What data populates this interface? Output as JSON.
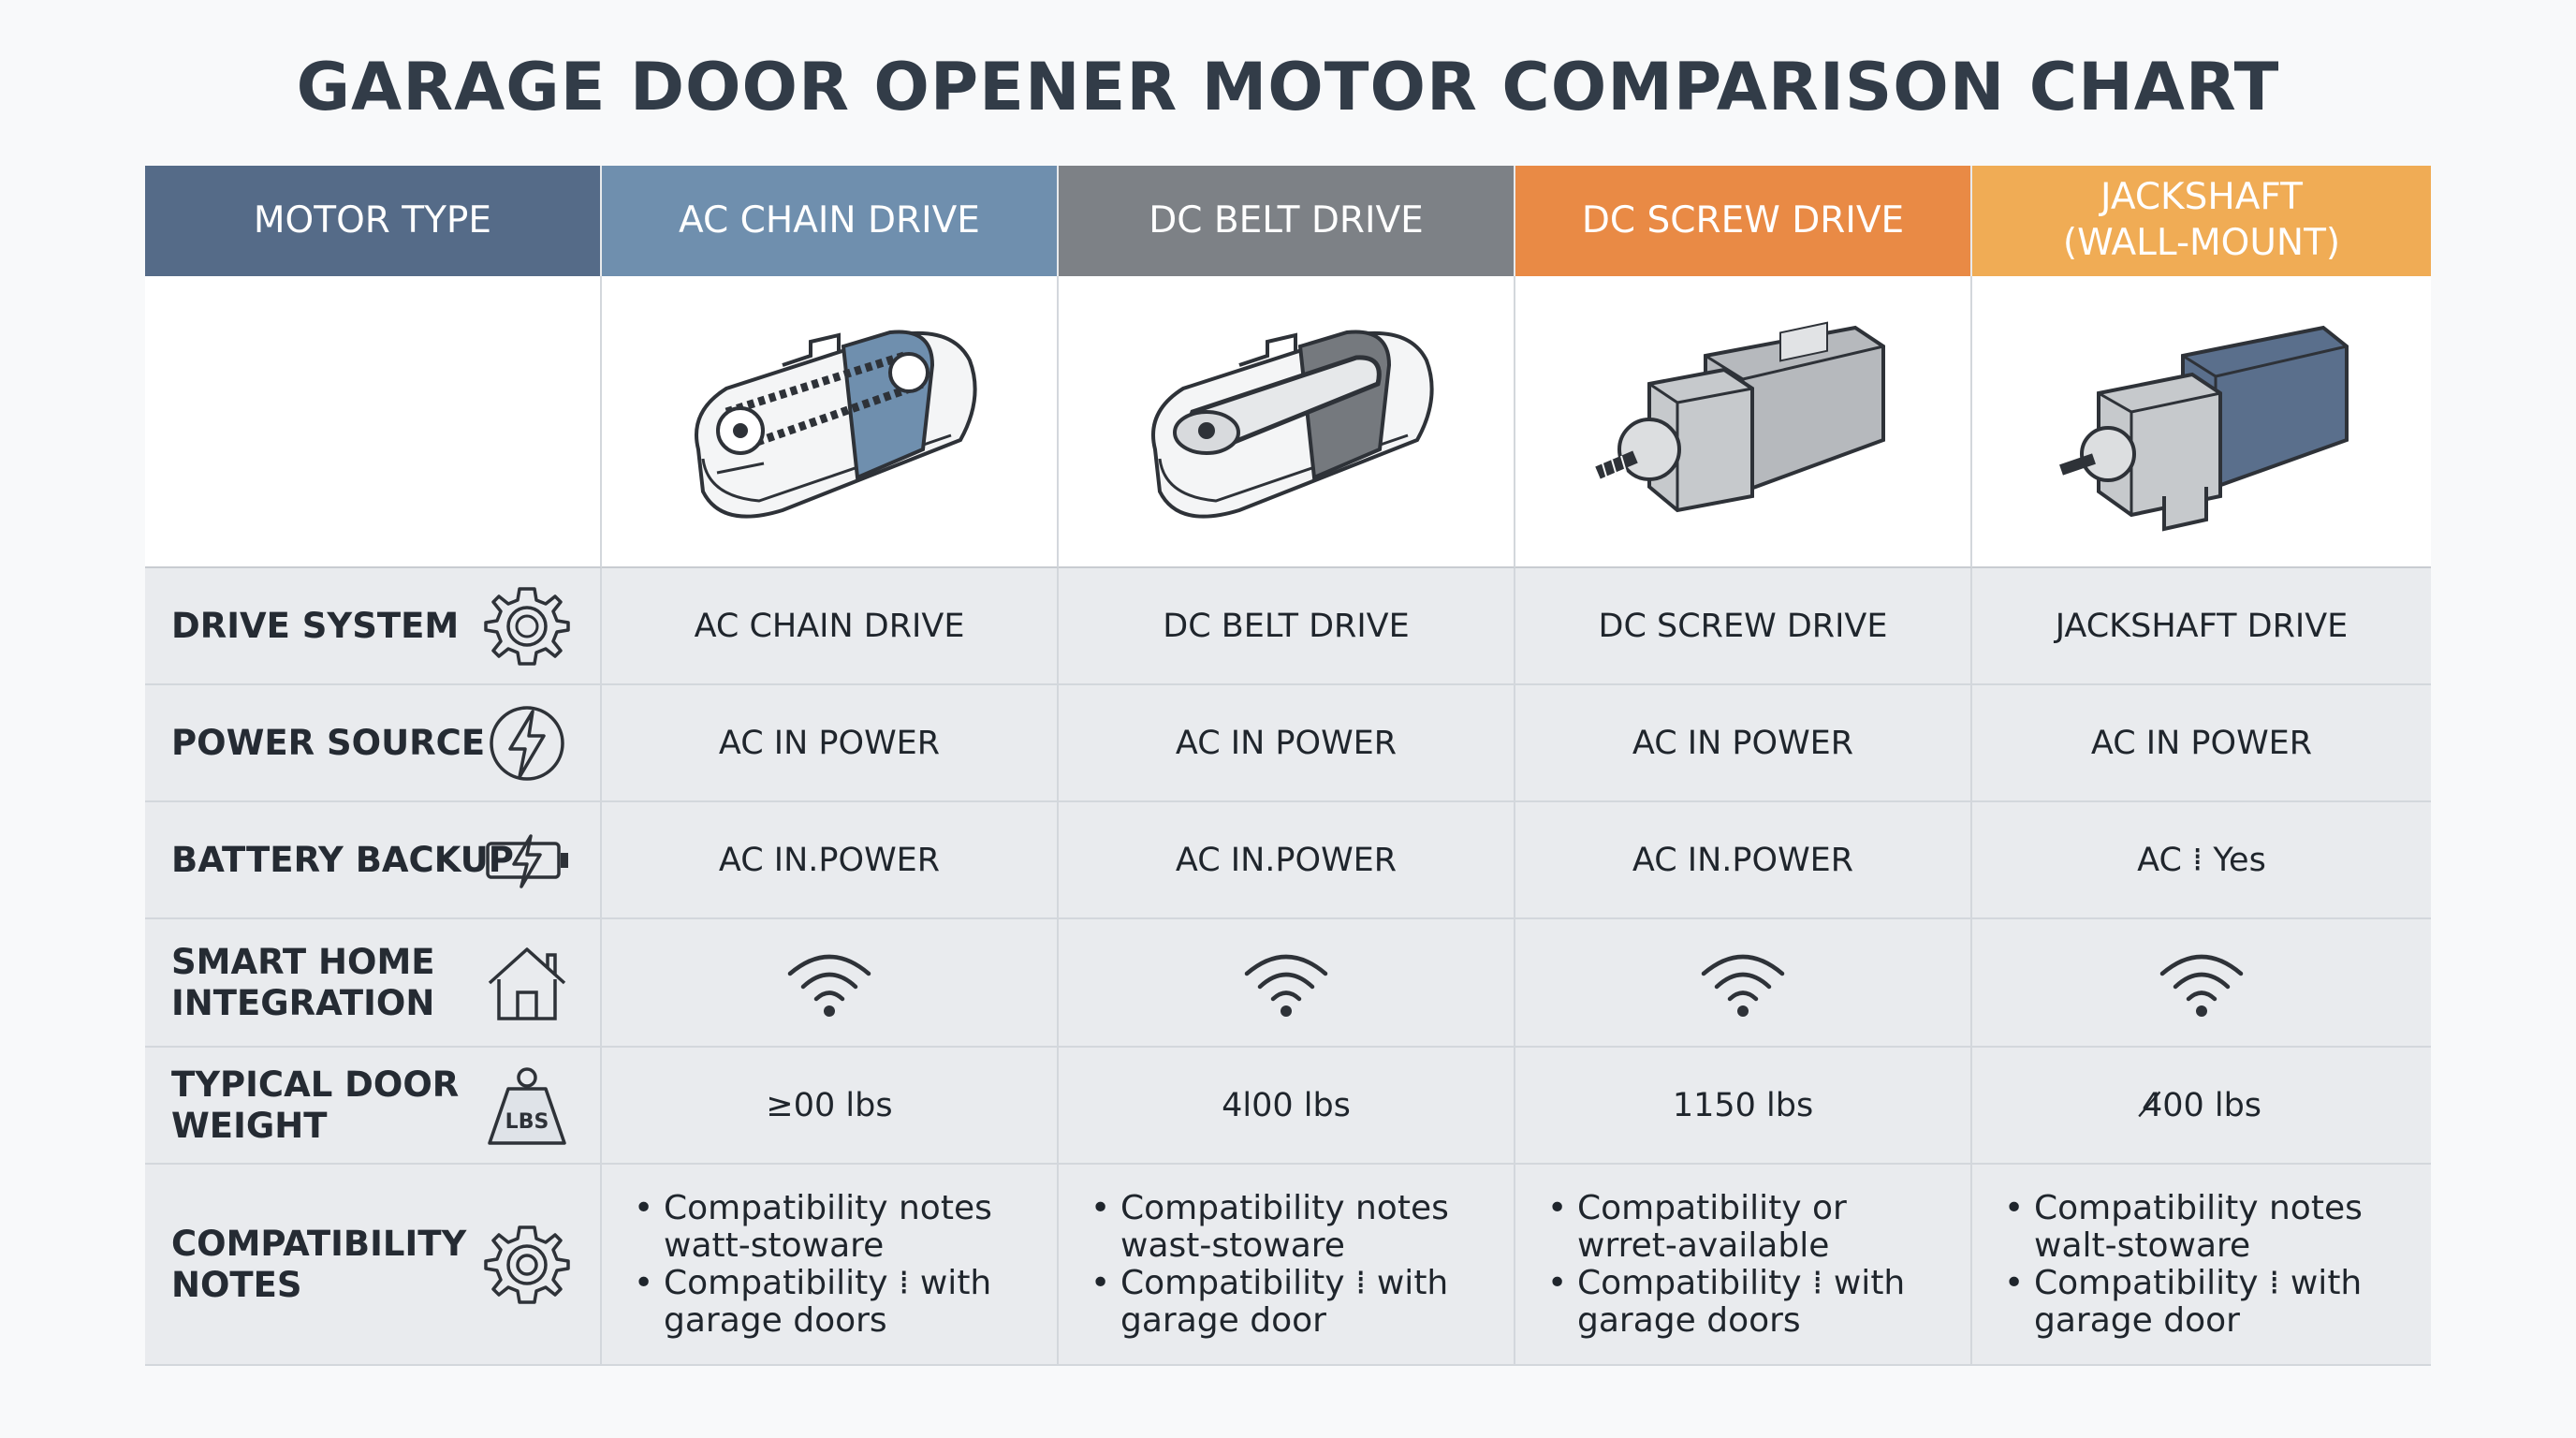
{
  "chart_data": {
    "type": "table",
    "title": "GARAGE DOOR OPENER MOTOR COMPARISON CHART",
    "header_label": "MOTOR TYPE",
    "columns": [
      {
        "name": "AC CHAIN DRIVE",
        "color": "#6f8fae",
        "image": "chain-drive-opener-image"
      },
      {
        "name": "DC BELT DRIVE",
        "color": "#7d8186",
        "image": "belt-drive-opener-image"
      },
      {
        "name": "DC SCREW DRIVE",
        "color": "#e98a45",
        "image": "screw-drive-motor-image"
      },
      {
        "name": "JACKSHAFT\n(WALL-MOUNT)",
        "color": "#f0ac55",
        "image": "jackshaft-motor-image"
      }
    ],
    "header_color": "#556b88",
    "rows": [
      {
        "label": "DRIVE SYSTEM",
        "icon": "gear-icon",
        "values": [
          "AC CHAIN DRIVE",
          "DC BELT DRIVE",
          "DC SCREW DRIVE",
          "JACKSHAFT DRIVE"
        ]
      },
      {
        "label": "POWER SOURCE",
        "icon": "lightning-icon",
        "values": [
          "AC IN POWER",
          "AC IN POWER",
          "AC IN POWER",
          "AC IN POWER"
        ]
      },
      {
        "label": "BATTERY BACKUP",
        "icon": "battery-charging-icon",
        "values": [
          "AC IN.POWER",
          "AC IN.POWER",
          "AC IN.POWER",
          "AC ⁞ Yes"
        ]
      },
      {
        "label": "SMART HOME\nINTEGRATION",
        "icon": "house-icon",
        "values": [
          "wifi-icon",
          "wifi-icon",
          "wifi-icon",
          "wifi-icon"
        ]
      },
      {
        "label": "TYPICAL DOOR\nWEIGHT",
        "icon": "weight-lbs-icon",
        "icon_text": "LBS",
        "values": [
          "≥00 lbs",
          "4l00 lbs",
          "1150 lbs",
          "4̸00 lbs"
        ]
      },
      {
        "label": "COMPATIBILITY\nNOTES",
        "icon": "cog-icon",
        "notes": [
          [
            "Compatibility notes\nwatt-stoware",
            "Compatibility ⁞ with\ngarage doors"
          ],
          [
            "Compatibility notes\nwast-stoware",
            "Compatibility ⁞ with\ngarage door"
          ],
          [
            "Compatibility or\nwrret-available",
            "Compatibility ⁞ with\ngarage doors"
          ],
          [
            "Compatibility notes\nwalt-stoware",
            "Compatibility ⁞ with\ngarage door"
          ]
        ]
      }
    ]
  }
}
